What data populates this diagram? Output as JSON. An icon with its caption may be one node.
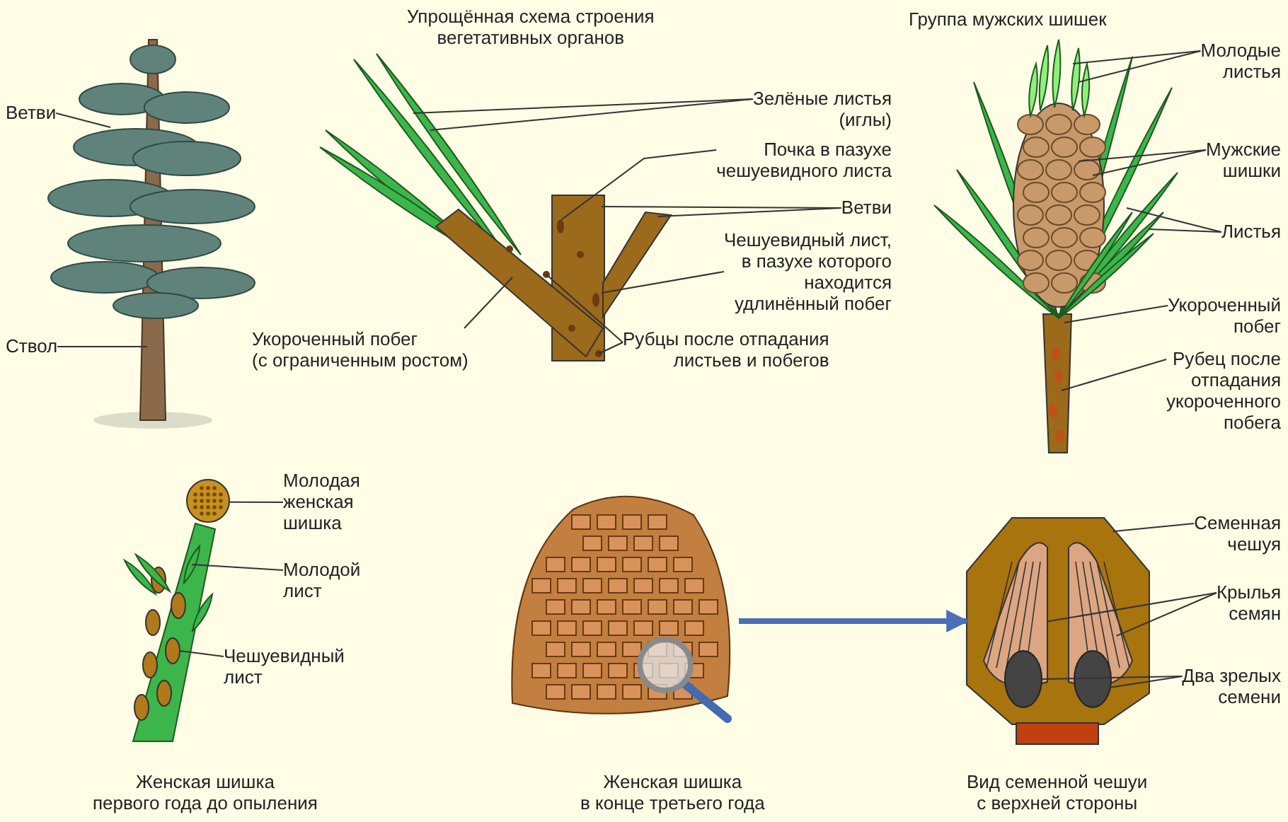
{
  "diagram": {
    "nodes": [
      {
        "text": [
          "Ветви"
        ]
      },
      {
        "text": [
          "Ствол"
        ]
      },
      {
        "text": [
          "Зелёные листья (иглы)"
        ]
      },
      {
        "text": [
          "Почка в пазухе чешуевидного листа"
        ]
      },
      {
        "text": [
          "Ветви"
        ]
      },
      {
        "text": [
          "Чешуевидный лист, в пазухе которого находится удлинённый побег"
        ]
      },
      {
        "text": [
          "Укороченный побег (с ограниченным ростом)"
        ]
      },
      {
        "text": [
          "Рубцы после отпадания листьев и побегов"
        ]
      },
      {
        "text": [
          "Молодые листья"
        ]
      },
      {
        "text": [
          "Мужские шишки"
        ]
      },
      {
        "text": [
          "Листья"
        ]
      },
      {
        "text": [
          "Укороченный побег"
        ]
      },
      {
        "text": [
          "Рубец после отпадания укороченного побега"
        ]
      },
      {
        "text": [
          "Молодая женская шишка"
        ]
      },
      {
        "text": [
          "Молодой лист"
        ]
      },
      {
        "text": [
          "Чешуевидный лист"
        ]
      },
      {
        "text": [],
        "shape": "picture"
      },
      {
        "text": [],
        "shape": "picture"
      },
      {
        "text": [
          "Семенная чешуя"
        ]
      },
      {
        "text": [
          "Крылья семян"
        ]
      },
      {
        "text": [
          "Два зрелых семени"
        ]
      },
      {
        "text": [],
        "shape": "circle"
      },
      {
        "text": [],
        "shape": "picture"
      },
      {
        "text": [],
        "shape": "ellipse"
      },
      {
        "text": [],
        "shape": "picture",
        "in": 17
      },
      {
        "text": [],
        "shape": "picture",
        "in": 17
      },
      {
        "text": [],
        "shape": "ellipse",
        "in": 17
      },
      {
        "text": [],
        "shape": "ellipse",
        "in": 17
      }
    ],
    "edges": [
      {
        "from": 0,
        "to": null,
        "arrow": "none"
      },
      {
        "from": 1,
        "to": null,
        "arrow": "none"
      },
      {
        "from": 2,
        "to": null,
        "arrow": "none"
      },
      {
        "from": 2,
        "to": null,
        "arrow": "none"
      },
      {
        "from": 3,
        "to": null,
        "arrow": "none"
      },
      {
        "from": 4,
        "to": null,
        "arrow": "none"
      },
      {
        "from": 4,
        "to": null,
        "arrow": "none"
      },
      {
        "from": 5,
        "to": null,
        "arrow": "none"
      },
      {
        "from": 6,
        "to": null,
        "arrow": "none"
      },
      {
        "from": 7,
        "to": null,
        "arrow": "none"
      },
      {
        "from": 7,
        "to": null,
        "arrow": "none"
      },
      {
        "from": 8,
        "to": null,
        "arrow": "none"
      },
      {
        "from": 8,
        "to": null,
        "arrow": "none"
      },
      {
        "from": 9,
        "to": null,
        "arrow": "none"
      },
      {
        "from": 9,
        "to": null,
        "arrow": "none"
      },
      {
        "from": 10,
        "to": null,
        "arrow": "none"
      },
      {
        "from": 10,
        "to": null,
        "arrow": "none"
      },
      {
        "from": 11,
        "to": null,
        "arrow": "none"
      },
      {
        "from": 12,
        "to": null,
        "arrow": "none"
      },
      {
        "from": 13,
        "to": 21,
        "arrow": "none"
      },
      {
        "from": 14,
        "to": 22,
        "arrow": "none"
      },
      {
        "from": 15,
        "to": 23,
        "arrow": "none"
      },
      {
        "from": 16,
        "to": 17,
        "arrow": "to",
        "style": "thick",
        "color": "#4a6fb5"
      },
      {
        "from": 18,
        "to": 17,
        "arrow": "none"
      },
      {
        "from": 19,
        "to": 24,
        "arrow": "none"
      },
      {
        "from": 19,
        "to": 25,
        "arrow": "none"
      },
      {
        "from": 20,
        "to": 26,
        "arrow": "none"
      },
      {
        "from": 20,
        "to": 27,
        "arrow": "none"
      }
    ],
    "labels": [
      "Упрощённая схема строения вегетативных органов",
      "Группа мужских шишек",
      "Женская шишка первого года до опыления",
      "Женская шишка в конце третьего года",
      "Вид семенной чешуи с верхней стороны"
    ]
  }
}
